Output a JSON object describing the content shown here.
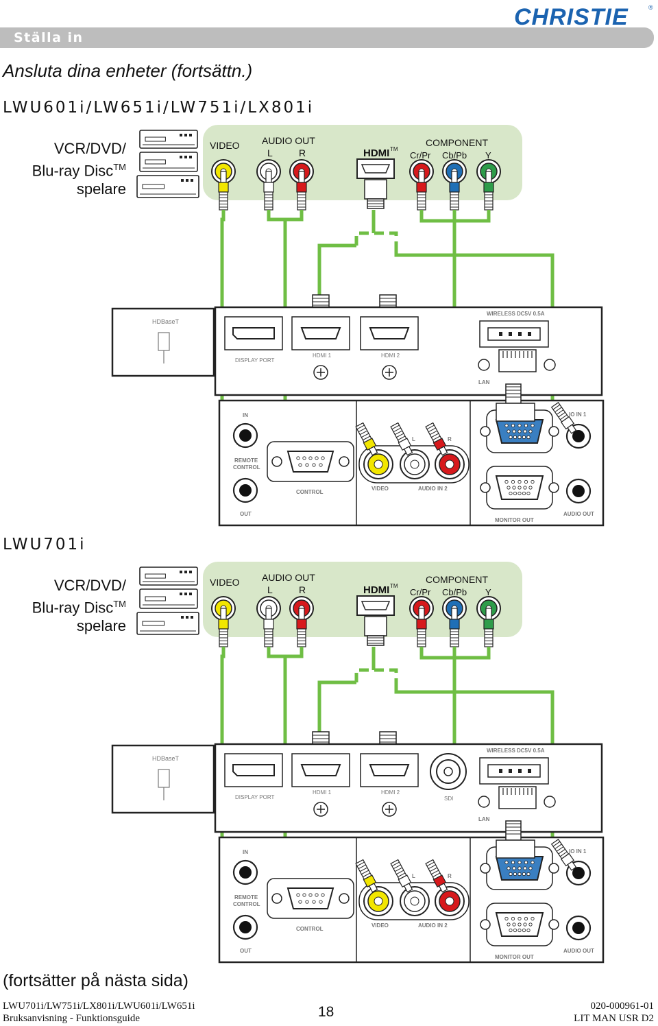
{
  "brand": "CHRISTIE",
  "brand_registered": "®",
  "section": "Ställa in",
  "subtitle": "Ansluta dina enheter (fortsättn.)",
  "continued": "(fortsätter på nästa sida)",
  "footer": {
    "left_line1": "LWU701i/LW751i/LX801i/LWU601i/LW651i",
    "left_line2": "Bruksanvisning - Funktionsguide",
    "page": "18",
    "right_line1": "020-000961-01",
    "right_line2": "LIT MAN USR D2"
  },
  "colors": {
    "cable": "#6fbe44",
    "device_bg": "#d8e7c9",
    "video_plug": "#f2e600",
    "audio_l_plug": "#ffffff",
    "audio_r_plug": "#d7191c",
    "cr_plug": "#d7191c",
    "cb_plug": "#1f6fb6",
    "y_plug": "#2e9c4a",
    "panel_vga": "#3a7fc1"
  },
  "diagrams": [
    {
      "model": "LWU601i/LW651i/LW751i/LX801i",
      "device": {
        "line1": "VCR/DVD/",
        "line2": "Blu-ray Disc",
        "tm": "TM",
        "line3": "spelare"
      },
      "outputs": {
        "video": "VIDEO",
        "audio_out": "AUDIO OUT",
        "l": "L",
        "r": "R",
        "hdmi": "HDMI",
        "hdmi_tm": "TM",
        "component": "COMPONENT",
        "cr": "Cr/Pr",
        "cb": "Cb/Pb",
        "y": "Y"
      },
      "panel": {
        "hdbaset": "HDBaseT",
        "display_port": "DISPLAY PORT",
        "hdmi1": "HDMI 1",
        "hdmi2": "HDMI 2",
        "wireless": "WIRELESS DC5V 0.5A",
        "lan": "LAN",
        "in": "IN",
        "remote": "REMOTE",
        "control_word": "CONTROL",
        "control": "CONTROL",
        "out": "OUT",
        "l": "L",
        "r": "R",
        "video": "VIDEO",
        "audio_in2": "AUDIO IN 2",
        "audio_in1": "AUDIO IN 1",
        "computer_in1_partial": "IO IN 1",
        "monitor_out": "MONITOR OUT",
        "audio_out": "AUDIO OUT"
      }
    },
    {
      "model": "LWU701i",
      "device": {
        "line1": "VCR/DVD/",
        "line2": "Blu-ray Disc",
        "tm": "TM",
        "line3": "spelare"
      },
      "outputs": {
        "video": "VIDEO",
        "audio_out": "AUDIO OUT",
        "l": "L",
        "r": "R",
        "hdmi": "HDMI",
        "hdmi_tm": "TM",
        "component": "COMPONENT",
        "cr": "Cr/Pr",
        "cb": "Cb/Pb",
        "y": "Y"
      },
      "panel": {
        "hdbaset": "HDBaseT",
        "display_port": "DISPLAY PORT",
        "hdmi1": "HDMI 1",
        "hdmi2": "HDMI 2",
        "sdi": "SDI",
        "wireless": "WIRELESS DC5V 0.5A",
        "lan": "LAN",
        "in": "IN",
        "remote": "REMOTE",
        "control_word": "CONTROL",
        "control": "CONTROL",
        "out": "OUT",
        "l": "L",
        "r": "R",
        "video": "VIDEO",
        "audio_in2": "AUDIO IN 2",
        "computer_in1_partial": "IO IN 1",
        "monitor_out": "MONITOR OUT",
        "audio_out": "AUDIO OUT"
      }
    }
  ]
}
